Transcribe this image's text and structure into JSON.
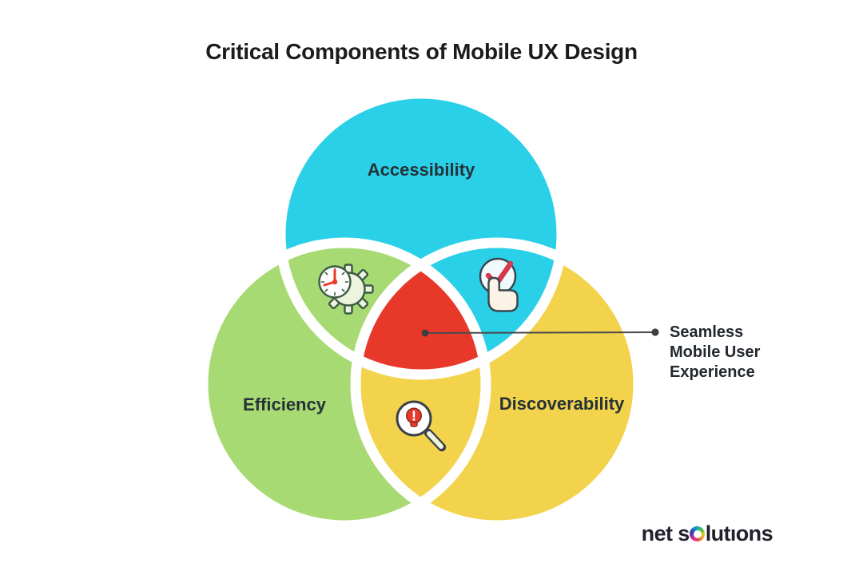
{
  "title": "Critical Components of Mobile UX Design",
  "venn": {
    "circles": [
      {
        "name": "accessibility",
        "label": "Accessibility",
        "color": "#29d0e8"
      },
      {
        "name": "efficiency",
        "label": "Efficiency",
        "color": "#a8da73"
      },
      {
        "name": "discoverability",
        "label": "Discoverability",
        "color": "#f3d34c"
      }
    ],
    "center": {
      "color": "#e8382a"
    },
    "icons": {
      "efficiency_accessibility": "speedometer-gear-icon",
      "accessibility_discoverability": "tap-checkmark-icon",
      "efficiency_discoverability": "search-lightbulb-icon"
    }
  },
  "callout": {
    "label": "Seamless\nMobile User\nExperience",
    "connector_color": "#4b4b4b"
  },
  "logo": {
    "text": "net solutions",
    "part1": "net s",
    "part2": "lutıons"
  }
}
